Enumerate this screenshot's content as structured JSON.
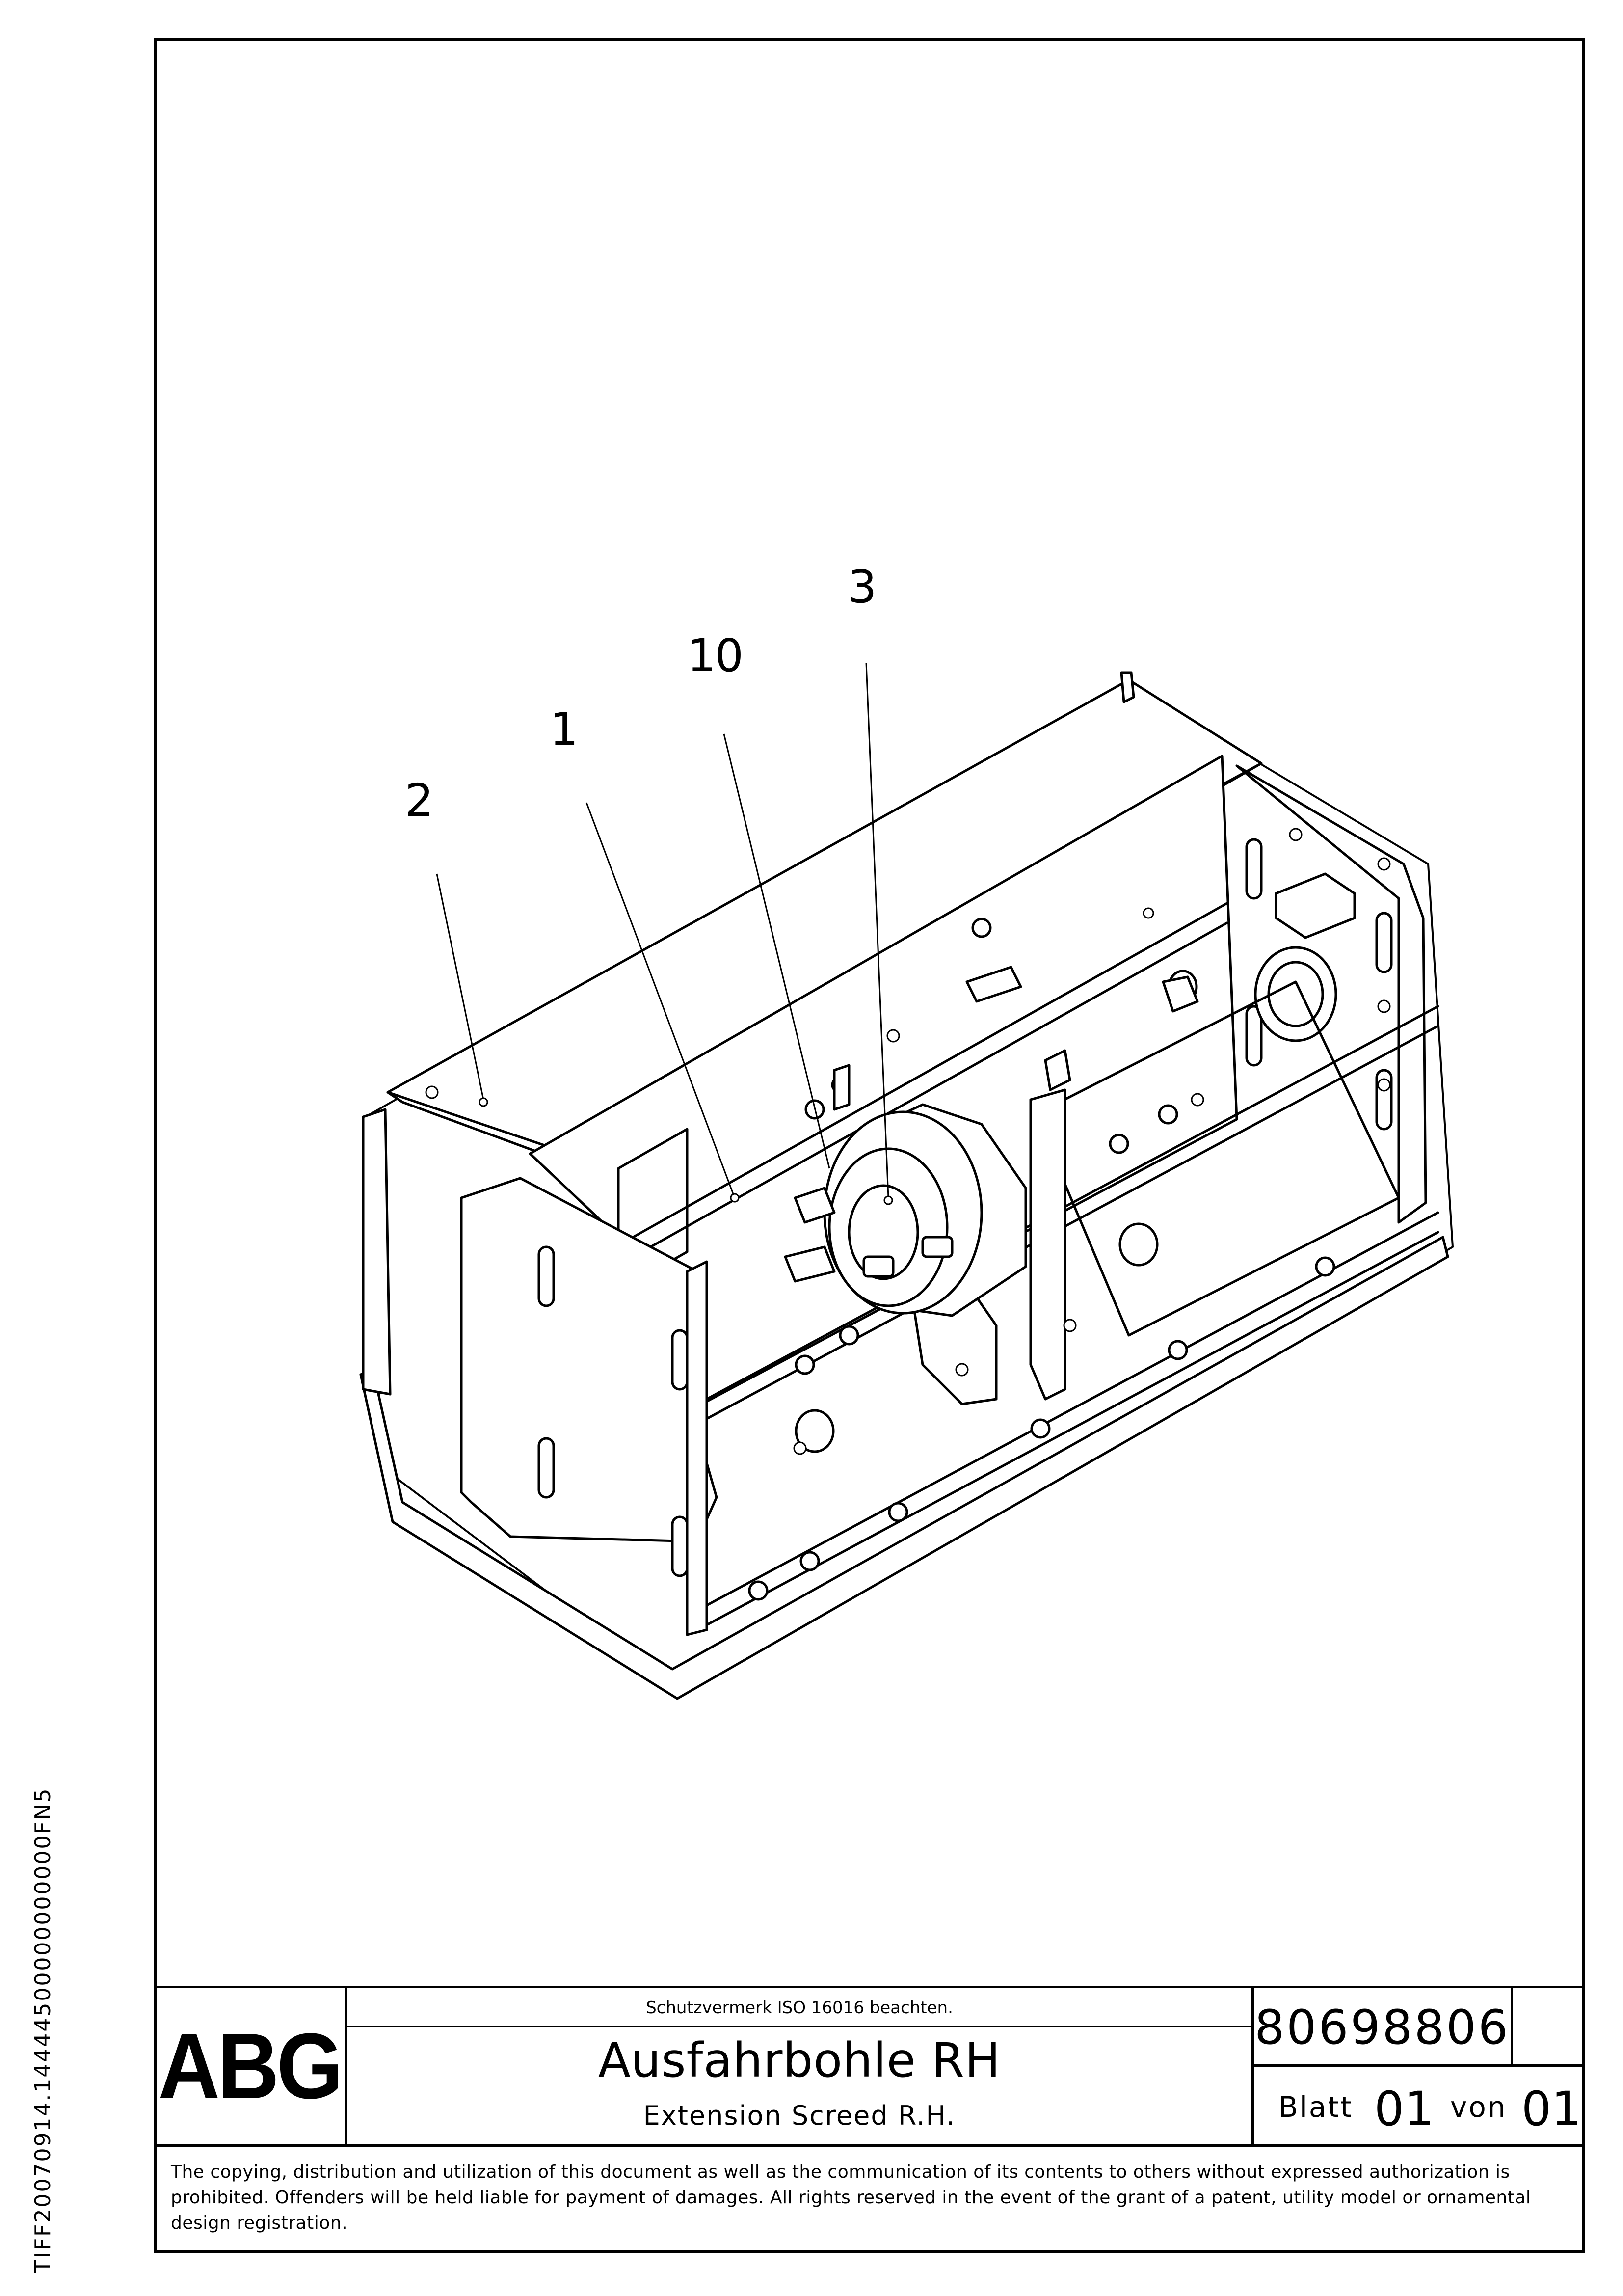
{
  "drawing": {
    "callouts": [
      "2",
      "1",
      "10",
      "3"
    ]
  },
  "side_code": "TIFF20070914.14444500000000000FN5",
  "title_block": {
    "logo": "ABG",
    "notice": "Schutzvermerk ISO 16016 beachten.",
    "title_de": "Ausfahrbohle RH",
    "title_en": "Extension Screed R.H.",
    "document_number": "80698806",
    "sheet_label": "Blatt",
    "sheet_number": "01",
    "of_label": "von",
    "sheet_total": "01"
  },
  "copyright": "The copying, distribution and utilization of this document as well as the communication of its contents to others without expressed authorization is prohibited. Offenders will be held liable for payment of damages. All rights reserved in the event of the grant of a patent, utility model or ornamental design registration."
}
